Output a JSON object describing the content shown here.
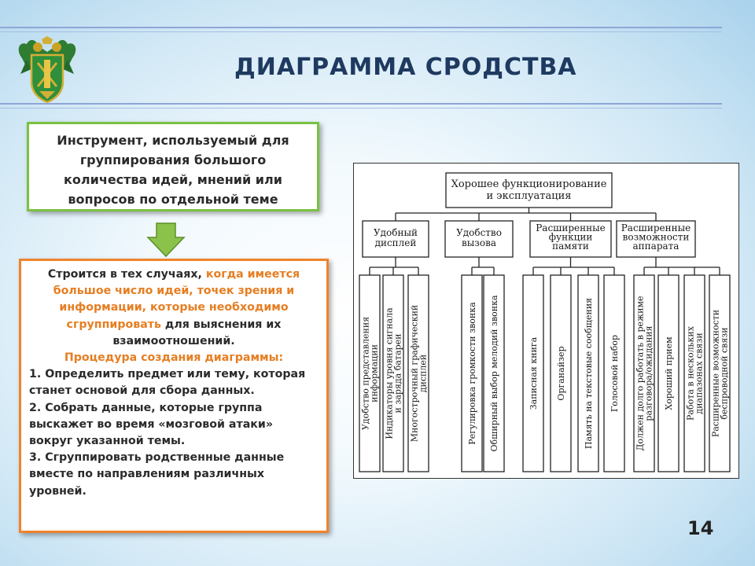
{
  "slide": {
    "title": "ДИАГРАММА СРОДСТВА",
    "page_number": "14"
  },
  "definition": {
    "text": "Инструмент, используемый для группирования большого количества идей, мнений или вопросов по отдельной теме"
  },
  "info": {
    "intro_1": "Строится в тех случаях, ",
    "intro_2": "когда имеется большое число идей, точек зрения и информации, которые необходимо сгруппировать",
    "intro_3": " для выяснения их взаимоотношений.",
    "procedure_title": "Процедура создания диаграммы:",
    "steps": [
      "1. Определить предмет или тему, которая станет основой для сбора данных.",
      "2. Собрать данные, которые группа выскажет во время «мозговой атаки» вокруг указанной темы.",
      "3. Сгруппировать родственные данные вместе по направлениям различных уровней."
    ]
  },
  "diagram": {
    "root": [
      "Хорошее функционирование",
      "и эксплуатация"
    ],
    "groups": [
      {
        "label": [
          "Удобный",
          "дисплей"
        ],
        "items": [
          [
            "Удобство представления",
            "информации"
          ],
          [
            "Индикаторы уровня сигнала",
            "и заряда батареи"
          ],
          [
            "Многострочный графический",
            "дисплей"
          ]
        ]
      },
      {
        "label": [
          "Удобство",
          "вызова"
        ],
        "items": [
          [
            "Регулировка громкости звонка"
          ],
          [
            "Обширный выбор мелодий звонка"
          ]
        ]
      },
      {
        "label": [
          "Расширенные",
          "функции",
          "памяти"
        ],
        "items": [
          [
            "Записная книга"
          ],
          [
            "Органайзер"
          ],
          [
            "Память на текстовые сообщения"
          ],
          [
            "Голосовой набор"
          ]
        ]
      },
      {
        "label": [
          "Расширенные",
          "возможности",
          "аппарата"
        ],
        "items": [
          [
            "Должен долго работать в режиме",
            "разговора/ожидания"
          ],
          [
            "Хороший прием"
          ],
          [
            "Работа в нескольких",
            "диапазонах связи"
          ],
          [
            "Расширенные возможности",
            "беспроводной связи"
          ]
        ]
      }
    ]
  }
}
